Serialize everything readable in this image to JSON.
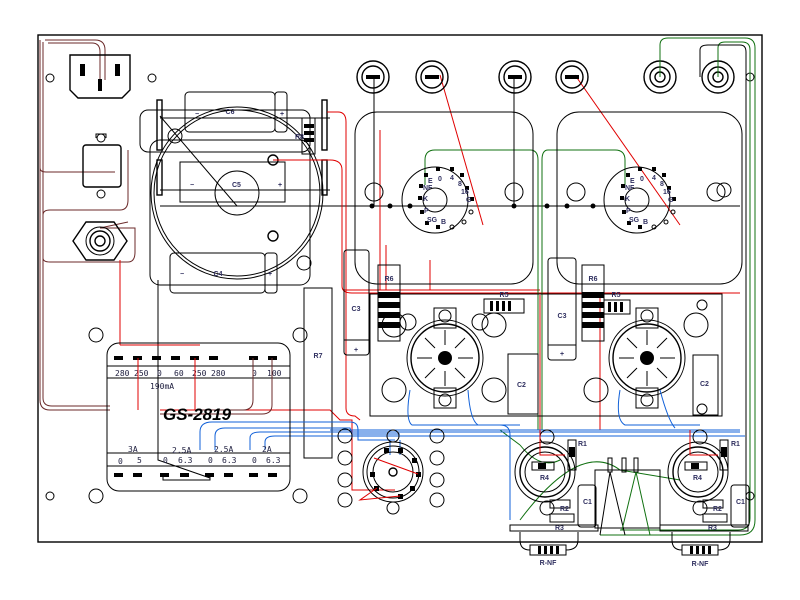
{
  "title": "GS-2819",
  "components": {
    "c6": "C6",
    "c5": "C5",
    "c4": "C4",
    "r8": "R8",
    "r7": "R7",
    "left": {
      "r6": "R6",
      "r5": "R5",
      "c3": "C3",
      "c2": "C2",
      "r1": "R1",
      "r2": "R2",
      "r3": "R3",
      "r4": "R4",
      "c1": "C1",
      "rnf": "R-NF"
    },
    "right": {
      "r6": "R6",
      "r5": "R5",
      "c3": "C3",
      "c2": "C2",
      "r1": "R1",
      "r2": "R2",
      "r3": "R3",
      "r4": "R4",
      "c1": "C1",
      "rnf": "R-NF"
    }
  },
  "polarity": {
    "plus": "+",
    "minus": "−"
  },
  "output_transformer_pins": [
    "E",
    "0",
    "4",
    "8",
    "NF",
    "16",
    "K",
    "G",
    "P",
    "SG",
    "B"
  ],
  "power_transformer": {
    "secondary_top": [
      "280",
      "250",
      "0",
      "60",
      "250",
      "280",
      "0",
      "100"
    ],
    "current_top": "190mA",
    "heater_currents": [
      "3A",
      "2.5A",
      "2.5A",
      "2A"
    ],
    "heater_taps": [
      "0",
      "5",
      "0",
      "6.3",
      "0",
      "6.3",
      "0",
      "6.3"
    ]
  },
  "colors": {
    "wire_red": "#e00000",
    "wire_brown": "#6b2a2a",
    "wire_blue": "#1060d8",
    "wire_green": "#107010",
    "outline": "#000000"
  }
}
